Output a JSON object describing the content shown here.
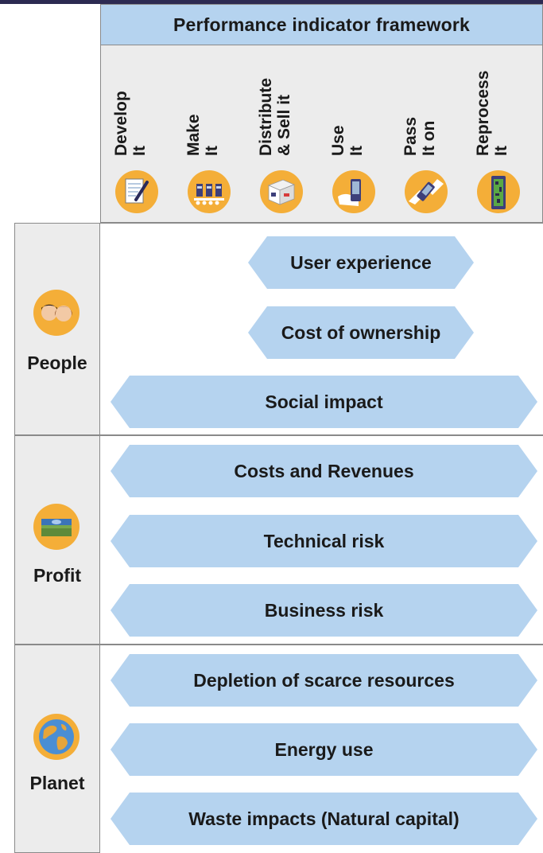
{
  "title": "Performance indicator framework",
  "stages": [
    {
      "line1": "Develop",
      "line2": "It",
      "icon": "clipboard-pen-icon"
    },
    {
      "line1": "Make",
      "line2": "It",
      "icon": "factory-conveyor-icon"
    },
    {
      "line1": "Distribute",
      "line2": "& Sell it",
      "icon": "package-box-icon"
    },
    {
      "line1": "Use",
      "line2": "It",
      "icon": "hand-phone-icon"
    },
    {
      "line1": "Pass",
      "line2": "It on",
      "icon": "handover-phone-icon"
    },
    {
      "line1": "Reprocess",
      "line2": "It",
      "icon": "circuit-board-icon"
    }
  ],
  "rows": [
    {
      "label": "People",
      "icon": "people-faces-icon",
      "indicators": [
        "User experience",
        "Cost of ownership",
        "Social impact"
      ]
    },
    {
      "label": "Profit",
      "icon": "money-stack-icon",
      "indicators": [
        "Costs and Revenues",
        "Technical risk",
        "Business risk"
      ]
    },
    {
      "label": "Planet",
      "icon": "globe-icon",
      "indicators": [
        "Depletion of scarce resources",
        "Energy use",
        "Waste impacts (Natural capital)"
      ]
    }
  ],
  "colors": {
    "header_blue": "#b5d3ef",
    "arrow_blue": "#b5d3ef",
    "icon_orange": "#f4ae38",
    "panel_grey": "#ececec",
    "border_grey": "#8a8a8a",
    "top_strip": "#2c2a52"
  }
}
